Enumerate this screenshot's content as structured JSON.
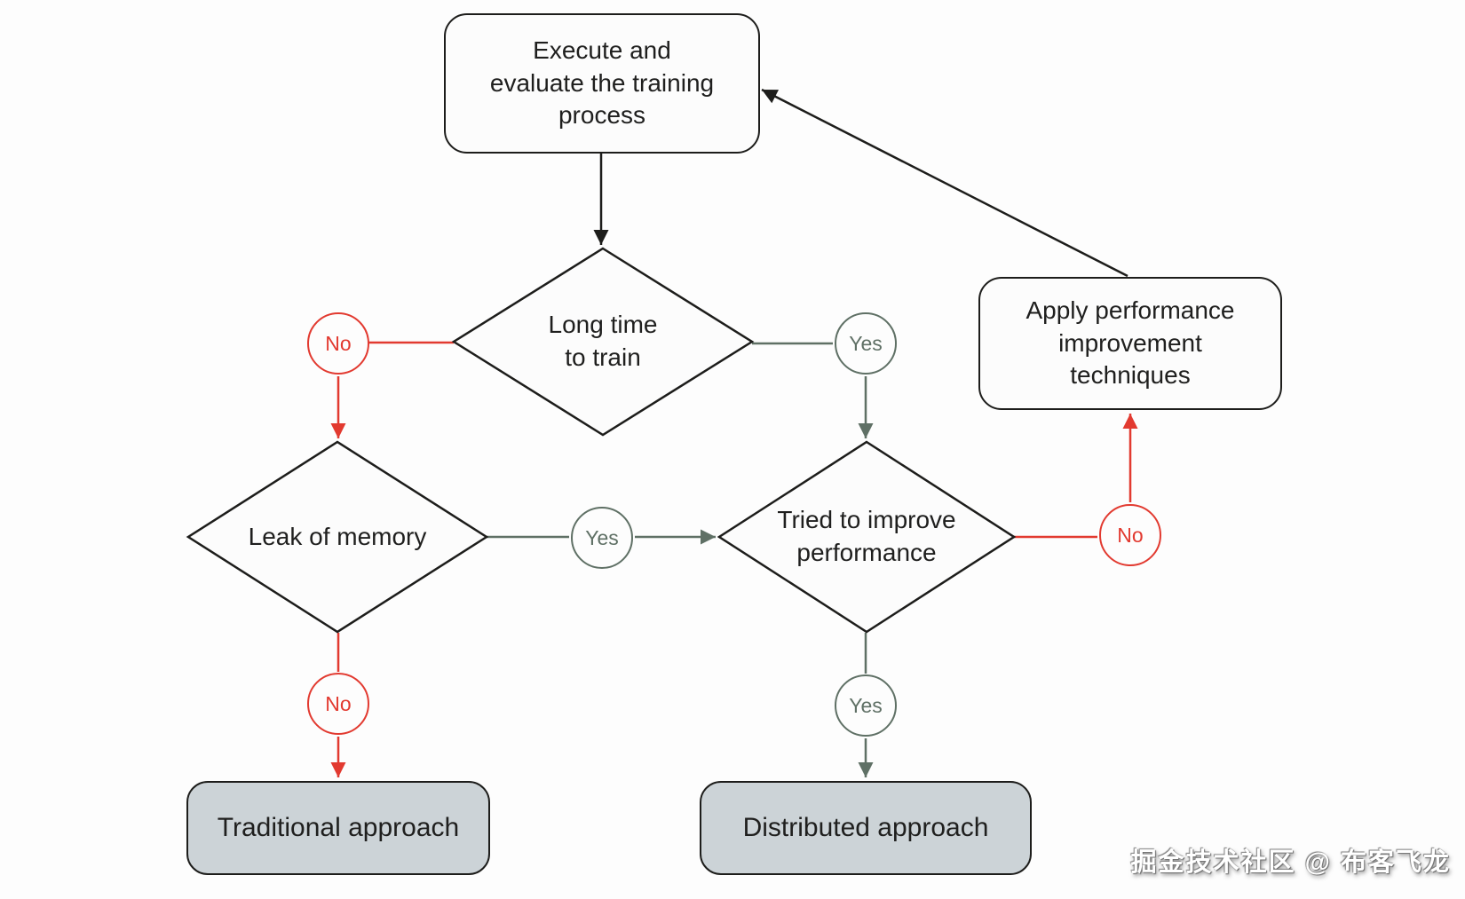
{
  "diagram": {
    "nodes": {
      "execute": {
        "label": "Execute and\nevaluate the training\nprocess"
      },
      "long_time": {
        "label": "Long time\nto train"
      },
      "leak": {
        "label": "Leak of memory"
      },
      "tried": {
        "label": "Tried to improve\nperformance"
      },
      "apply": {
        "label": "Apply performance\nimprovement\ntechniques"
      },
      "traditional": {
        "label": "Traditional approach"
      },
      "distributed": {
        "label": "Distributed approach"
      }
    },
    "connectors": {
      "long_time_no": "No",
      "long_time_yes": "Yes",
      "leak_yes": "Yes",
      "leak_no": "No",
      "tried_no": "No",
      "tried_yes": "Yes"
    },
    "colors": {
      "negative_red": "#e23a30",
      "positive_green": "#5f7065",
      "line_black": "#1d1d1b",
      "terminal_fill": "#ccd3d7",
      "node_fill": "#fcfcfc"
    }
  },
  "watermark": {
    "text": "掘金技术社区 @ 布客飞龙"
  }
}
